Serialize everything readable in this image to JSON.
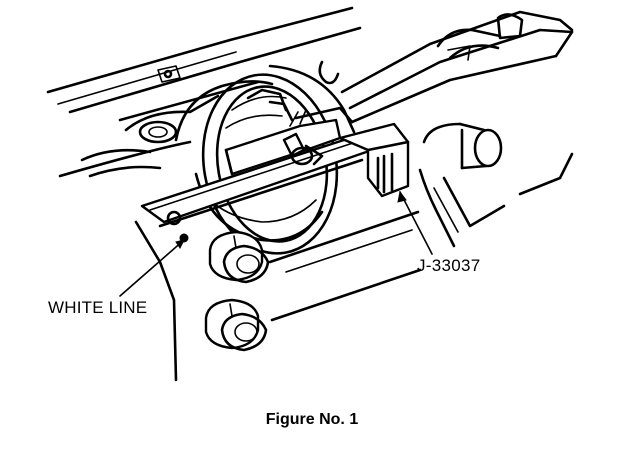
{
  "labels": {
    "white_line": "WHITE LINE",
    "tool_number": "J-33037"
  },
  "caption": "Figure No. 1"
}
